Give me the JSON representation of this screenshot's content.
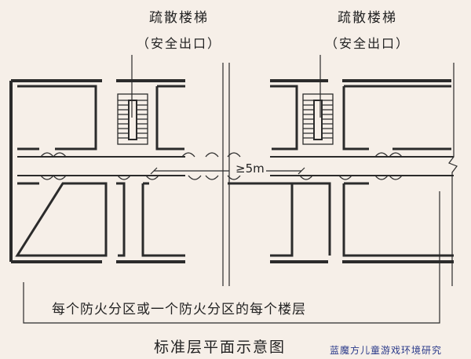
{
  "stairs": [
    {
      "title": "疏散楼梯",
      "subtitle": "（安全出口）"
    },
    {
      "title": "疏散楼梯",
      "subtitle": "（安全出口）"
    }
  ],
  "distance_label": "≥5m",
  "scope_caption": "每个防火分区或一个防火分区的每个楼层",
  "diagram_title": "标准层平面示意图",
  "watermark": "蓝魔方儿童游戏环境研究",
  "colors": {
    "background": "#f6efe8",
    "lines": "#2b2b2b",
    "watermark": "#2a3a8a"
  }
}
